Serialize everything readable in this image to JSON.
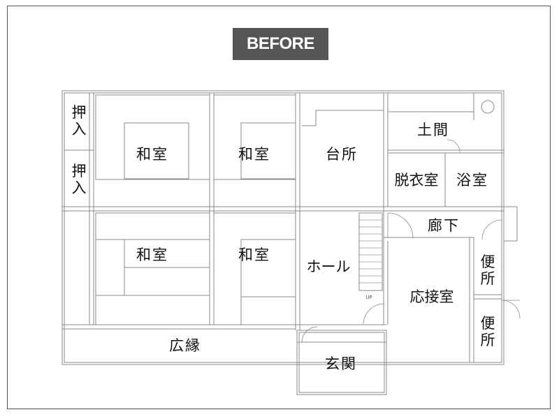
{
  "title": "BEFORE",
  "rooms": {
    "oshiire_1": "押入",
    "oshiire_2": "押入",
    "washitsu_1": "和室",
    "washitsu_2": "和室",
    "washitsu_3": "和室",
    "washitsu_4": "和室",
    "daidokoro": "台所",
    "doma": "土間",
    "datsuishitsu": "脱衣室",
    "yokushitsu": "浴室",
    "rouka": "廊下",
    "hall": "ホール",
    "benjo_1": "便所",
    "benjo_2": "便所",
    "ousetsushitsu": "応接室",
    "hiroen": "広縁",
    "genkan": "玄関"
  },
  "stair_label": "UP"
}
